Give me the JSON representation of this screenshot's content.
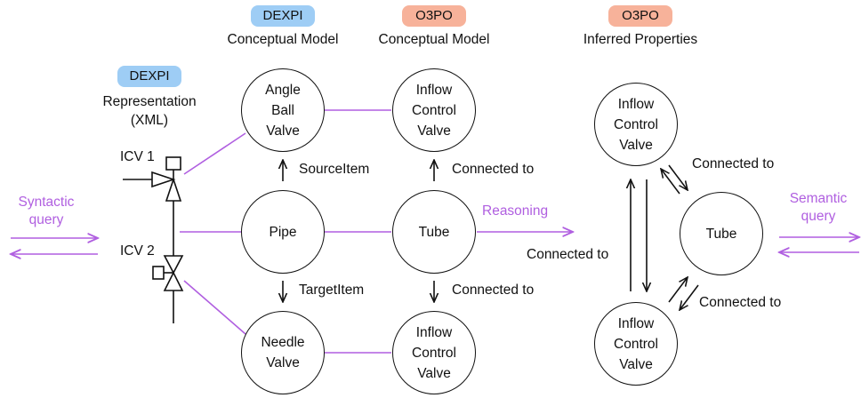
{
  "badges": {
    "dexpi_representation": "DEXPI",
    "dexpi_conceptual": "DEXPI",
    "o3po_conceptual": "O3PO",
    "o3po_inferred": "O3PO"
  },
  "headers": {
    "representation": "Representation\n(XML)",
    "dexpi_conceptual": "Conceptual Model",
    "o3po_conceptual": "Conceptual Model",
    "o3po_inferred": "Inferred Properties"
  },
  "valves": {
    "icv1": "ICV 1",
    "icv2": "ICV 2"
  },
  "queries": {
    "syntactic": "Syntactic\nquery",
    "semantic": "Semantic\nquery"
  },
  "dexpi_nodes": {
    "angle_ball_valve": "Angle\nBall\nValve",
    "pipe": "Pipe",
    "needle_valve": "Needle\nValve"
  },
  "dexpi_relations": {
    "source": "SourceItem",
    "target": "TargetItem"
  },
  "o3po_nodes": {
    "inflow_top": "Inflow\nControl\nValve",
    "tube": "Tube",
    "inflow_bottom": "Inflow\nControl\nValve"
  },
  "o3po_relations": {
    "top": "Connected to",
    "bottom": "Connected to"
  },
  "reasoning": "Reasoning",
  "inferred_nodes": {
    "inflow_top": "Inflow\nControl\nValve",
    "tube": "Tube",
    "inflow_bottom": "Inflow\nControl\nValve"
  },
  "inferred_relations": {
    "top_right": "Connected to",
    "left": "Connected to",
    "bottom_right": "Connected to"
  },
  "colors": {
    "accent": "#b05fe0",
    "dexpi_badge": "#9ecdf5",
    "o3po_badge": "#f7b29a"
  }
}
